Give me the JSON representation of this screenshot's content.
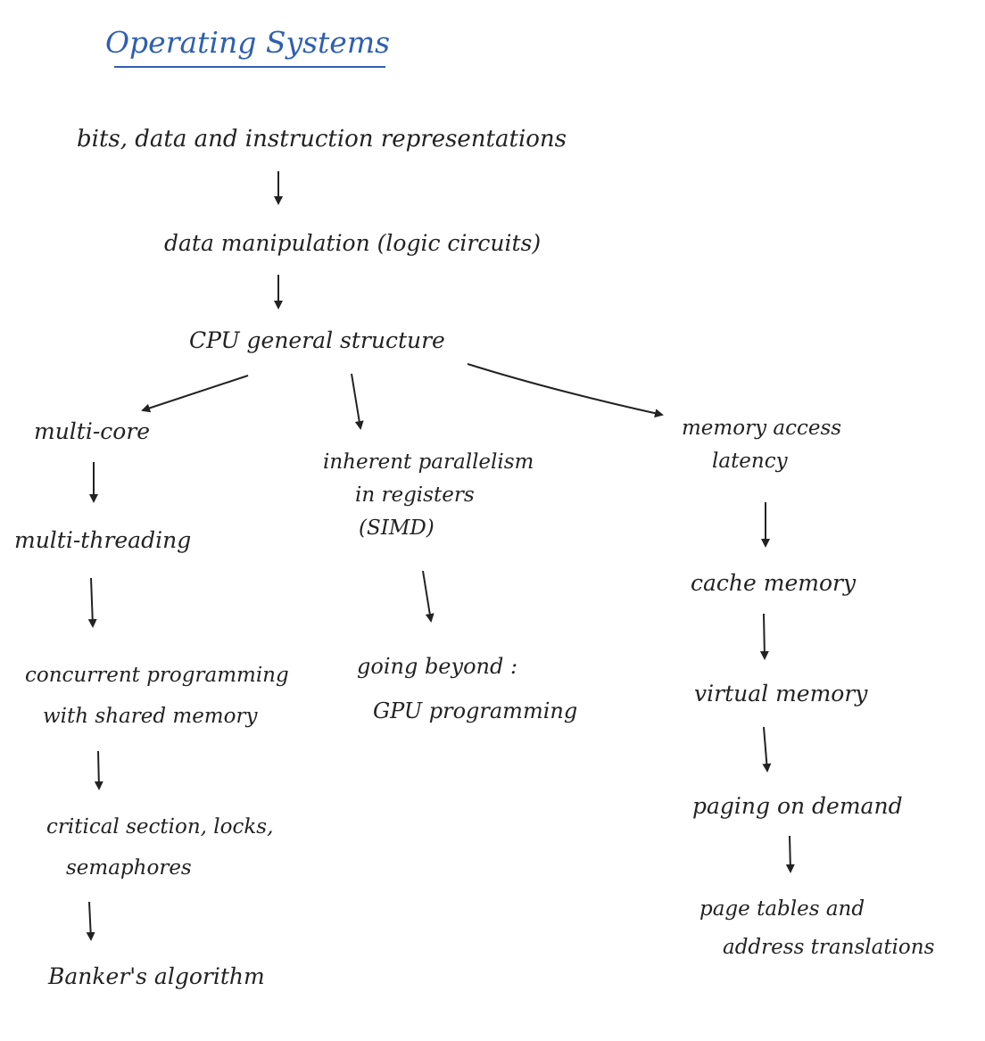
{
  "title": "Operating Systems",
  "nodes": {
    "bits": [
      "bits, data and instruction representations"
    ],
    "data_manipulation": [
      "data manipulation (logic circuits)"
    ],
    "cpu": [
      "CPU general structure"
    ],
    "multi_core": [
      "multi-core"
    ],
    "multi_threading": [
      "multi-threading"
    ],
    "concurrent": [
      "concurrent programming",
      "with shared memory"
    ],
    "critical": [
      "critical section, locks,",
      "semaphores"
    ],
    "banker": [
      "Banker's algorithm"
    ],
    "parallelism": [
      "inherent parallelism",
      "in registers",
      "(SIMD)"
    ],
    "beyond": [
      "going beyond :",
      "GPU programming"
    ],
    "memory_access": [
      "memory access",
      "latency"
    ],
    "cache": [
      "cache memory"
    ],
    "virtual": [
      "virtual memory"
    ],
    "paging": [
      "paging on demand"
    ],
    "page_tables": [
      "page tables and",
      "address translations"
    ]
  },
  "colors": {
    "ink": "#222222",
    "title_ink": "#2f5fb0"
  }
}
